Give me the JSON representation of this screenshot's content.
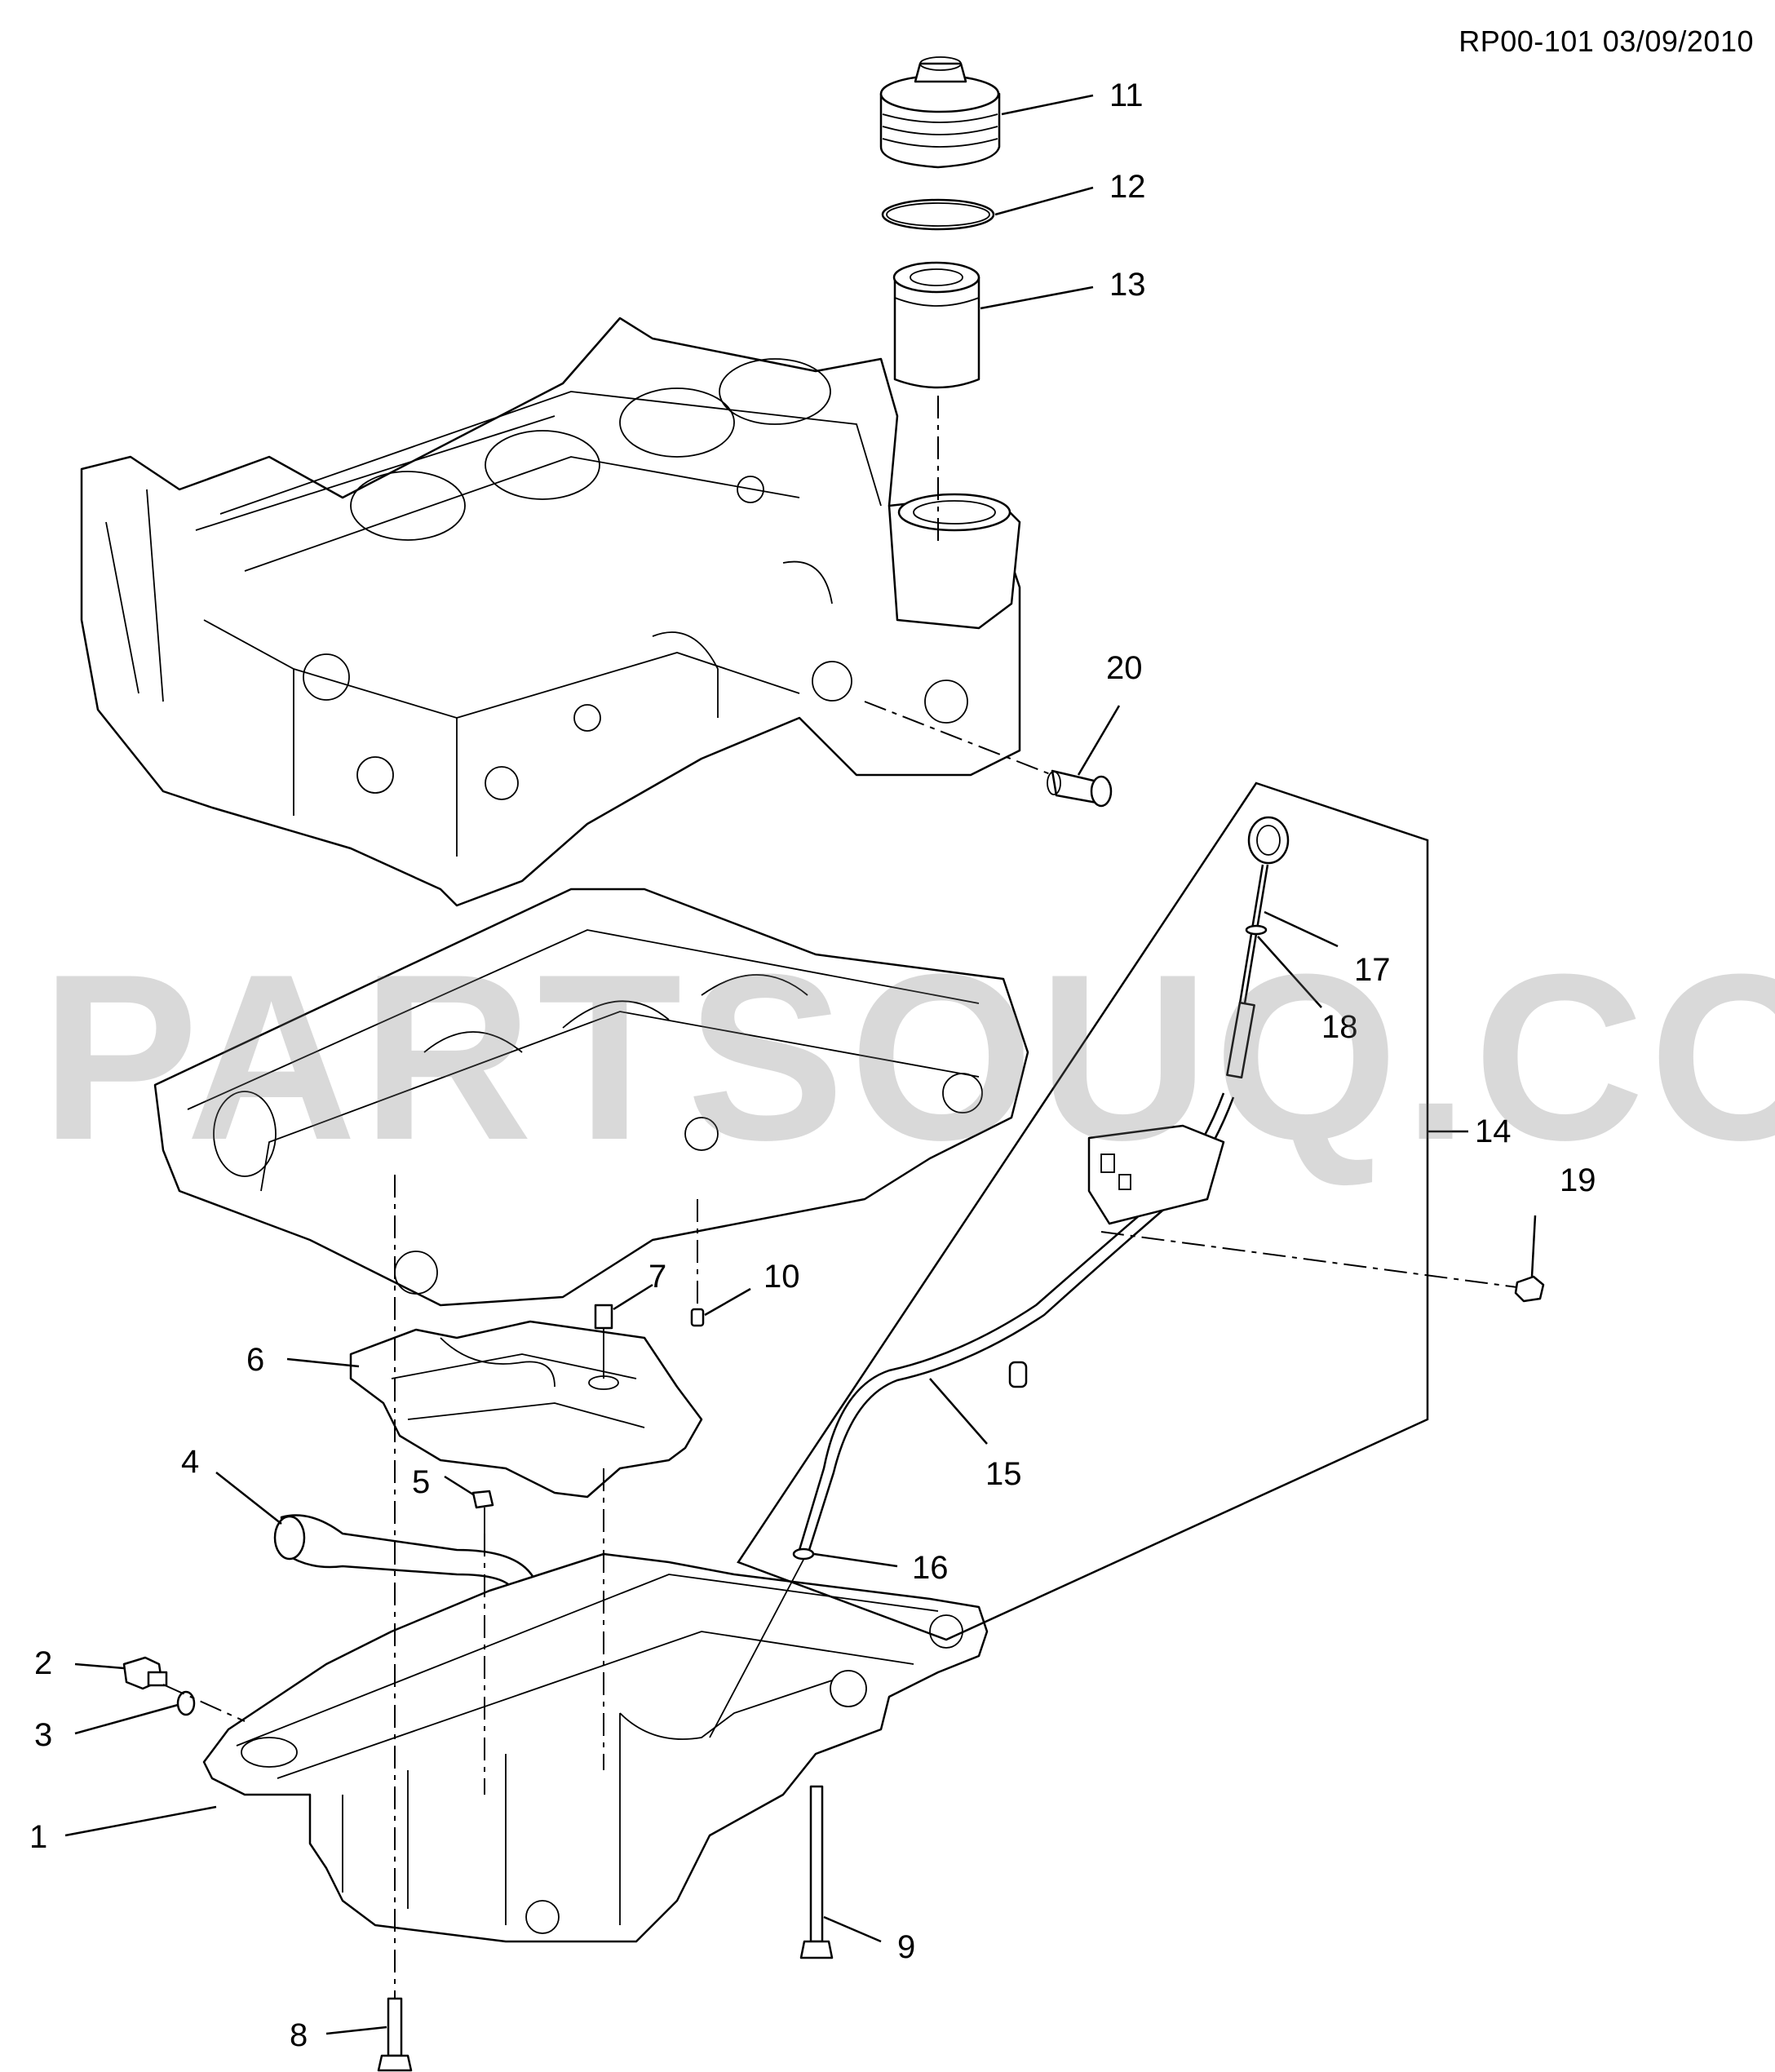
{
  "header": {
    "ref_code": "RP00-101 03/09/2010"
  },
  "watermark": {
    "text": "PARTSOUQ.COM"
  },
  "callouts": [
    {
      "id": "1",
      "label": "1"
    },
    {
      "id": "2",
      "label": "2"
    },
    {
      "id": "3",
      "label": "3"
    },
    {
      "id": "4",
      "label": "4"
    },
    {
      "id": "5",
      "label": "5"
    },
    {
      "id": "6",
      "label": "6"
    },
    {
      "id": "7",
      "label": "7"
    },
    {
      "id": "8",
      "label": "8"
    },
    {
      "id": "9",
      "label": "9"
    },
    {
      "id": "10",
      "label": "10"
    },
    {
      "id": "11",
      "label": "11"
    },
    {
      "id": "12",
      "label": "12"
    },
    {
      "id": "13",
      "label": "13"
    },
    {
      "id": "14",
      "label": "14"
    },
    {
      "id": "15",
      "label": "15"
    },
    {
      "id": "16",
      "label": "16"
    },
    {
      "id": "17",
      "label": "17"
    },
    {
      "id": "18",
      "label": "18"
    },
    {
      "id": "19",
      "label": "19"
    },
    {
      "id": "20",
      "label": "20"
    }
  ]
}
